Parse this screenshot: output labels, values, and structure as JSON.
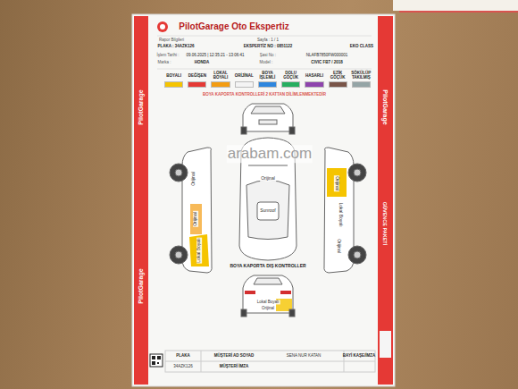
{
  "diagram": {
    "title": "PilotGarage Oto Ekspertiz",
    "labels": [
      "PilotGarage",
      "PilotGarage",
      "PilotGarage",
      "GÜVENCE PAKETİ",
      "Rapor Bilgileri",
      "PLAKA : 34AZK126",
      "Sayfa : 1 / 1",
      "EKSPERTİZ NO : 0851122",
      "EKO CLASS",
      "İşlem Tarihi :",
      "09.06.2025 | 12:35:21 - 13:06:41",
      "Marka :",
      "HONDA",
      "Şasi No :",
      "NLAFB7850FW000001",
      "Model :",
      "CIVIC FB7 / 2018",
      "BOYA KAPORTA KONTROLLERİ 2 KATTAN DİLİMLENMEKTEDİR",
      "arabam.com",
      "Orijinal",
      "Sunroof",
      "Orijinal",
      "Orijinal",
      "Lokal Boyalı",
      "Orijinal",
      "Lokal Boyalı",
      "Orijinal",
      "Lokal Boyalı",
      "Orijinal",
      "BOYA KAPORTA DIŞ KONTROLLER",
      "PLAKA",
      "MÜŞTERİ AD SOYAD",
      "SENA NUR KATAN",
      "BAYİ KAŞE/İMZA",
      "34AZK126",
      "MÜŞTERİ İMZA"
    ],
    "legend": [
      {
        "text": "BOYALI",
        "color": "#f5c400"
      },
      {
        "text": "DEĞİŞEN",
        "color": "#e53935"
      },
      {
        "text": "LOKAL BOYALI",
        "color": "#f39c12"
      },
      {
        "text": "ORİJİNAL",
        "color": "#f4f4f4"
      },
      {
        "text": "BOYA İŞLEMLİ",
        "color": "#2e86de"
      },
      {
        "text": "DOLU GÖÇÜK",
        "color": "#27ae60"
      },
      {
        "text": "HASARLI",
        "color": "#8e44ad"
      },
      {
        "text": "EZİK GÖÇÜK",
        "color": "#795548"
      },
      {
        "text": "SÖKÜLÜP TAKILMIŞ",
        "color": "#95a5a6"
      }
    ]
  }
}
